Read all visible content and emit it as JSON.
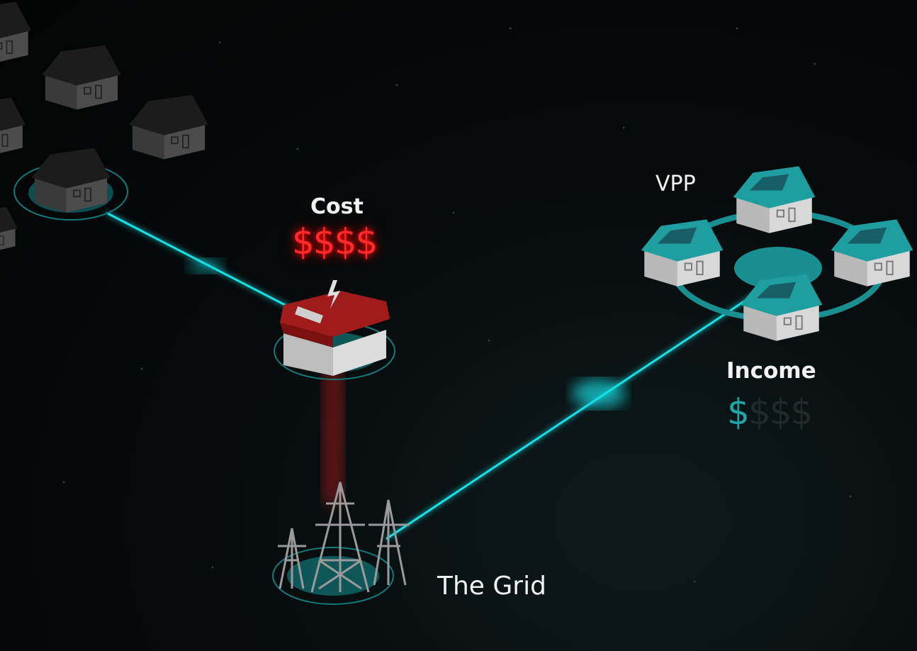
{
  "labels": {
    "cost_title": "Cost",
    "cost_dollars": "$$$$",
    "vpp": "VPP",
    "income_title": "Income",
    "income_active": "$",
    "income_inactive": "$$$",
    "grid": "The Grid"
  },
  "colors": {
    "cyan": "#19e0e6",
    "red": "#ff2a2a",
    "teal_roof": "#1f9ea0"
  }
}
